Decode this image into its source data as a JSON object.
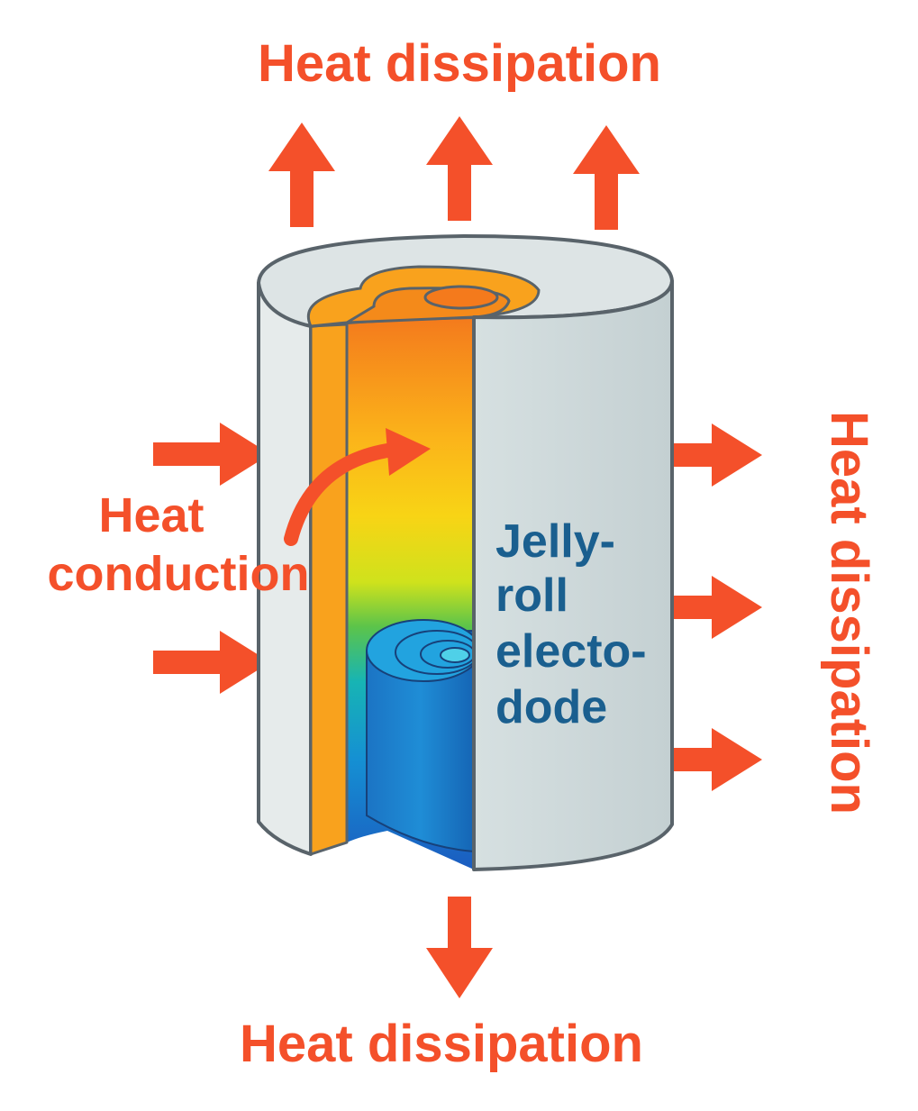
{
  "labels": {
    "top": "Heat dissipation",
    "right": "Heat dissipation",
    "bottom": "Heat dissipation",
    "conduction_line1": "Heat",
    "conduction_line2": "conduction",
    "electrode_line1": "Jelly-",
    "electrode_line2": "roll",
    "electrode_line3": "electo-",
    "electrode_line4": "dode"
  },
  "colors": {
    "arrow": "#f4502a",
    "label_red": "#f4502a",
    "label_blue": "#1a5f8f",
    "shell_face": "#cfdadb",
    "shell_inner": "#e6ebeb",
    "shell_outline": "#59636a",
    "orange_layer": "#f9a21d",
    "jelly_roll": "#1774c2"
  },
  "icons": {
    "arrow": "arrow-icon",
    "curved_arrow": "curved-arrow-icon"
  }
}
